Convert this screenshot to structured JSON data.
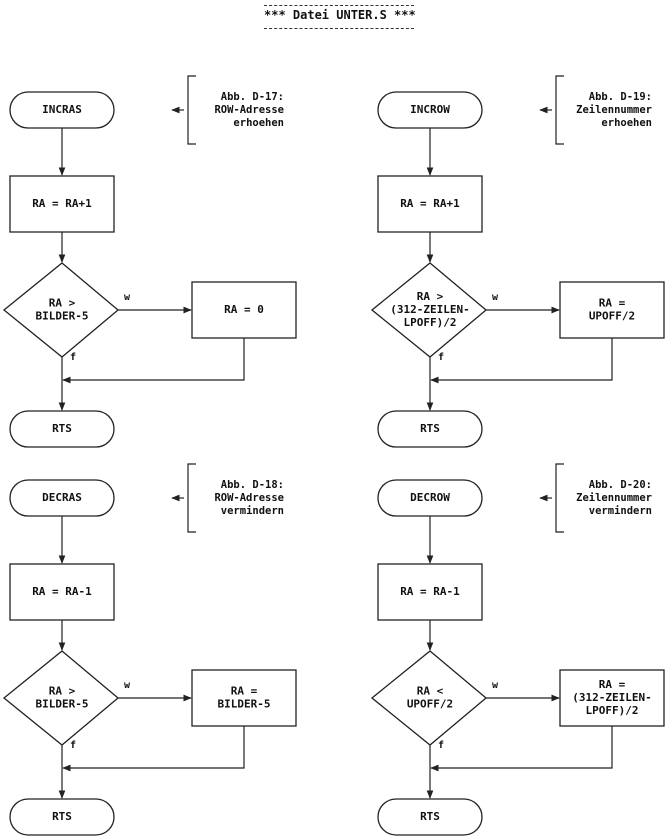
{
  "page_title": "*** Datei UNTER.S ***",
  "labels": {
    "yes": "w",
    "no": "f"
  },
  "charts": [
    {
      "id": "incras",
      "start": "INCRAS",
      "step": "RA = RA+1",
      "condition": [
        "RA >",
        "BILDER-5"
      ],
      "action": [
        "RA = 0"
      ],
      "end": "RTS",
      "annotation": [
        "Abb. D-17:",
        "ROW-Adresse",
        "erhoehen"
      ]
    },
    {
      "id": "incrow",
      "start": "INCROW",
      "step": "RA = RA+1",
      "condition": [
        "RA >",
        "(312-ZEILEN-",
        "LPOFF)/2"
      ],
      "action": [
        "RA =",
        "UPOFF/2"
      ],
      "end": "RTS",
      "annotation": [
        "Abb. D-19:",
        "Zeilennummer",
        "erhoehen"
      ]
    },
    {
      "id": "decras",
      "start": "DECRAS",
      "step": "RA = RA-1",
      "condition": [
        "RA >",
        "BILDER-5"
      ],
      "action": [
        "RA =",
        "BILDER-5"
      ],
      "end": "RTS",
      "annotation": [
        "Abb. D-18:",
        "ROW-Adresse",
        "vermindern"
      ]
    },
    {
      "id": "decrow",
      "start": "DECROW",
      "step": "RA = RA-1",
      "condition": [
        "RA <",
        "UPOFF/2"
      ],
      "action": [
        "RA =",
        "(312-ZEILEN-",
        "LPOFF)/2"
      ],
      "end": "RTS",
      "annotation": [
        "Abb. D-20:",
        "Zeilennummer",
        "vermindern"
      ]
    }
  ]
}
